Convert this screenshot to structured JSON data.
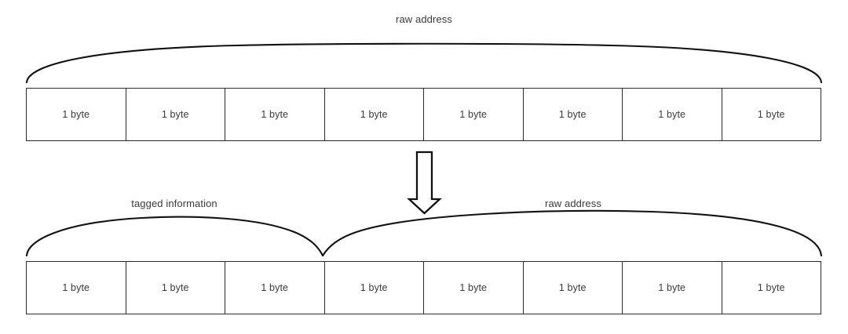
{
  "diagram": {
    "title": "raw address tagging diagram",
    "colors": {
      "background": "#ffffff",
      "stroke": "#2b2b2b",
      "text": "#3a3a3a",
      "brace": "#111111"
    },
    "top_section": {
      "brace_label": "raw address",
      "cells": [
        {
          "label": "1 byte"
        },
        {
          "label": "1 byte"
        },
        {
          "label": "1 byte"
        },
        {
          "label": "1 byte"
        },
        {
          "label": "1 byte"
        },
        {
          "label": "1 byte"
        },
        {
          "label": "1 byte"
        },
        {
          "label": "1 byte"
        }
      ]
    },
    "transform_arrow": {
      "direction": "down",
      "icon": "arrow-down-outline-icon"
    },
    "bottom_section": {
      "left_brace_label": "tagged information",
      "right_brace_label": "raw address",
      "split_after_cell_index": 3,
      "cells": [
        {
          "label": "1 byte",
          "group": "tagged information"
        },
        {
          "label": "1 byte",
          "group": "tagged information"
        },
        {
          "label": "1 byte",
          "group": "tagged information"
        },
        {
          "label": "1 byte",
          "group": "raw address"
        },
        {
          "label": "1 byte",
          "group": "raw address"
        },
        {
          "label": "1 byte",
          "group": "raw address"
        },
        {
          "label": "1 byte",
          "group": "raw address"
        },
        {
          "label": "1 byte",
          "group": "raw address"
        }
      ]
    }
  }
}
